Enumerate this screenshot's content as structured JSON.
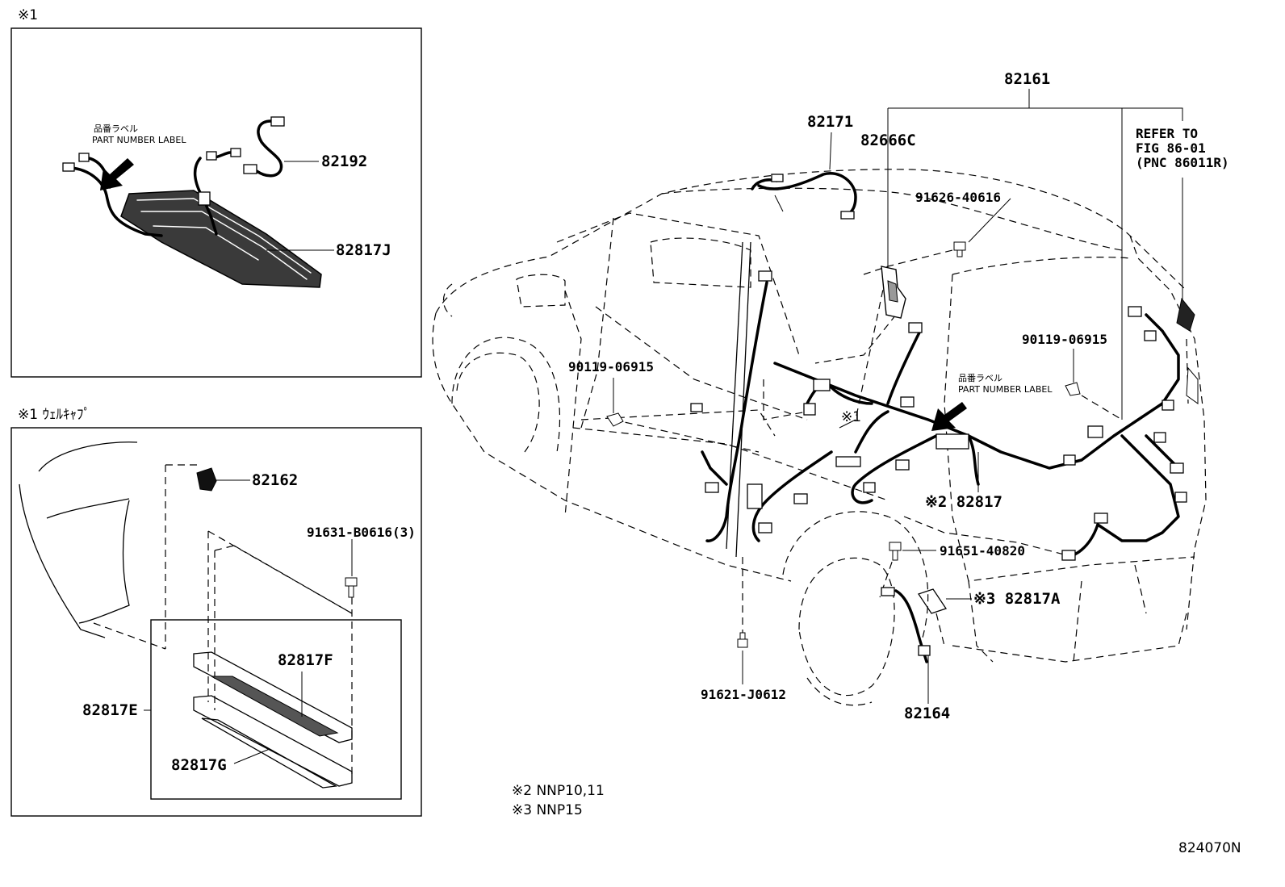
{
  "inset_top": {
    "note_mark": "※1",
    "label_jp": "品番ラベル",
    "label_en": "PART NUMBER LABEL",
    "parts": [
      "82192",
      "82817J"
    ]
  },
  "inset_bottom": {
    "note_mark": "※1 ｳｪﾙｷｬﾌﾟ",
    "parts": [
      "82162",
      "91631-B0616(3)",
      "82817F",
      "82817E",
      "82817G"
    ]
  },
  "main": {
    "parts": {
      "p82161": "82161",
      "p82171": "82171",
      "p82666c": "82666C",
      "p91626": "91626-40616",
      "p90119_left": "90119-06915",
      "p90119_right": "90119-06915",
      "mark1": "※1",
      "p82817": "※2 82817",
      "p91651": "91651-40820",
      "p82817a": "※3 82817A",
      "p91621": "91621-J0612",
      "p82164": "82164"
    },
    "refer": [
      "REFER TO",
      "FIG 86-01",
      "(PNC 86011R)"
    ],
    "label_jp": "品番ラベル",
    "label_en": "PART NUMBER LABEL"
  },
  "notes": [
    "※2  NNP10,11",
    "※3  NNP15"
  ],
  "figure_code": "824070N"
}
